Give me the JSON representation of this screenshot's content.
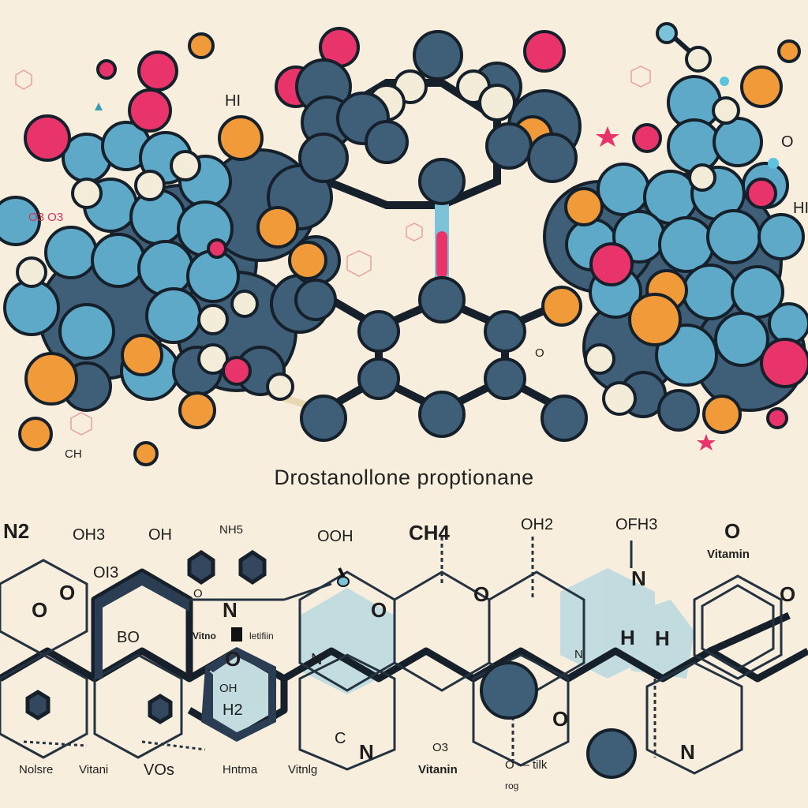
{
  "title": "Drostanollone proptionane",
  "colors": {
    "background": "#f8eedd",
    "atom_blue": "#5da9c7",
    "atom_dark": "#3f5f78",
    "atom_orange": "#f09a3a",
    "atom_pink": "#e8346b",
    "atom_white": "#f2ecd9",
    "outline": "#15202b"
  },
  "top_labels": {
    "hi_left": "HI",
    "hi_right": "HI",
    "o3_left": "O3 O3",
    "o_mid": "O",
    "o_right": "O",
    "ch_left": "CH"
  },
  "bottom_labels": {
    "n2": "N2",
    "oh3_1": "OH3",
    "oh": "OH",
    "nh5": "NH5",
    "ooh": "OOH",
    "ch4": "CH4",
    "oh2": "OH2",
    "ofh3": "OFH3",
    "o_vit": "O",
    "vitamin_tr": "Vitamin",
    "oi3": "OI3",
    "o_a": "O",
    "o_b": "O",
    "o_c": "O",
    "o_d": "O",
    "bo": "BO",
    "vitno": "Vitno",
    "letifiin": "letifiin",
    "n_a": "N",
    "n_b": "N",
    "n_c": "N",
    "n_d": "N",
    "h_a": "H",
    "h_b": "H",
    "h2": "H2",
    "ho": "OH",
    "o_e": "O",
    "o_f": "O",
    "o_g": "O",
    "c_n": "C",
    "nolsre": "Nolsre",
    "vitani": "Vitani",
    "vos": "VOs",
    "hntma": "Hntma",
    "vitnlg": "Vitnlg",
    "os": "O3",
    "vitanin_b": "Vitanin",
    "o_tilk": "O — tilk",
    "rog": "rog",
    "o_bot": "O",
    "n_bot": "N"
  }
}
